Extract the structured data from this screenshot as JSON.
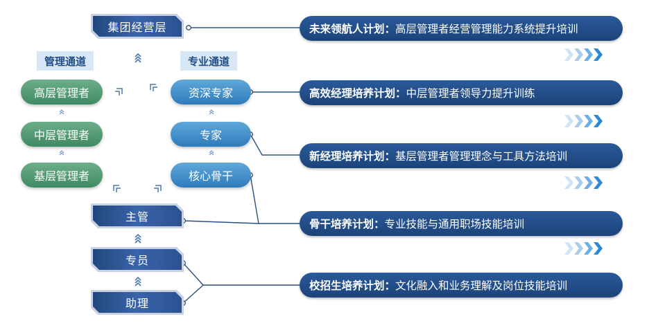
{
  "levels": {
    "top": "集团经营层",
    "supervisor": "主管",
    "specialist": "专员",
    "assistant": "助理"
  },
  "tracks": {
    "management": {
      "title": "管理通道",
      "items": [
        "高层管理者",
        "中层管理者",
        "基层管理者"
      ]
    },
    "professional": {
      "title": "专业通道",
      "items": [
        "资深专家",
        "专家",
        "核心骨干"
      ]
    }
  },
  "plans": [
    {
      "name": "未来领航人计划：",
      "desc": "高层管理者经营管理能力系统提升培训"
    },
    {
      "name": "高效经理培养计划：",
      "desc": "中层管理者领导力提升训练"
    },
    {
      "name": "新经理培养计划：",
      "desc": "基层管理者管理理念与工具方法培训"
    },
    {
      "name": "骨干培养计划：",
      "desc": "专业技能与通用职场技能培训"
    },
    {
      "name": "校招生培养计划：",
      "desc": "文化融入和业务理解及岗位技能培训"
    }
  ],
  "icons": {
    "up_chevron": "double-chevron-up-icon",
    "diag_arrow": "double-chevron-diagonal-icon",
    "right_chevrons": "chevron-right-icon"
  },
  "colors": {
    "dark_blue": "#22477f",
    "green": "#4f9a72",
    "light_blue": "#3d8fcf",
    "track_bg": "#d7e7f6"
  }
}
